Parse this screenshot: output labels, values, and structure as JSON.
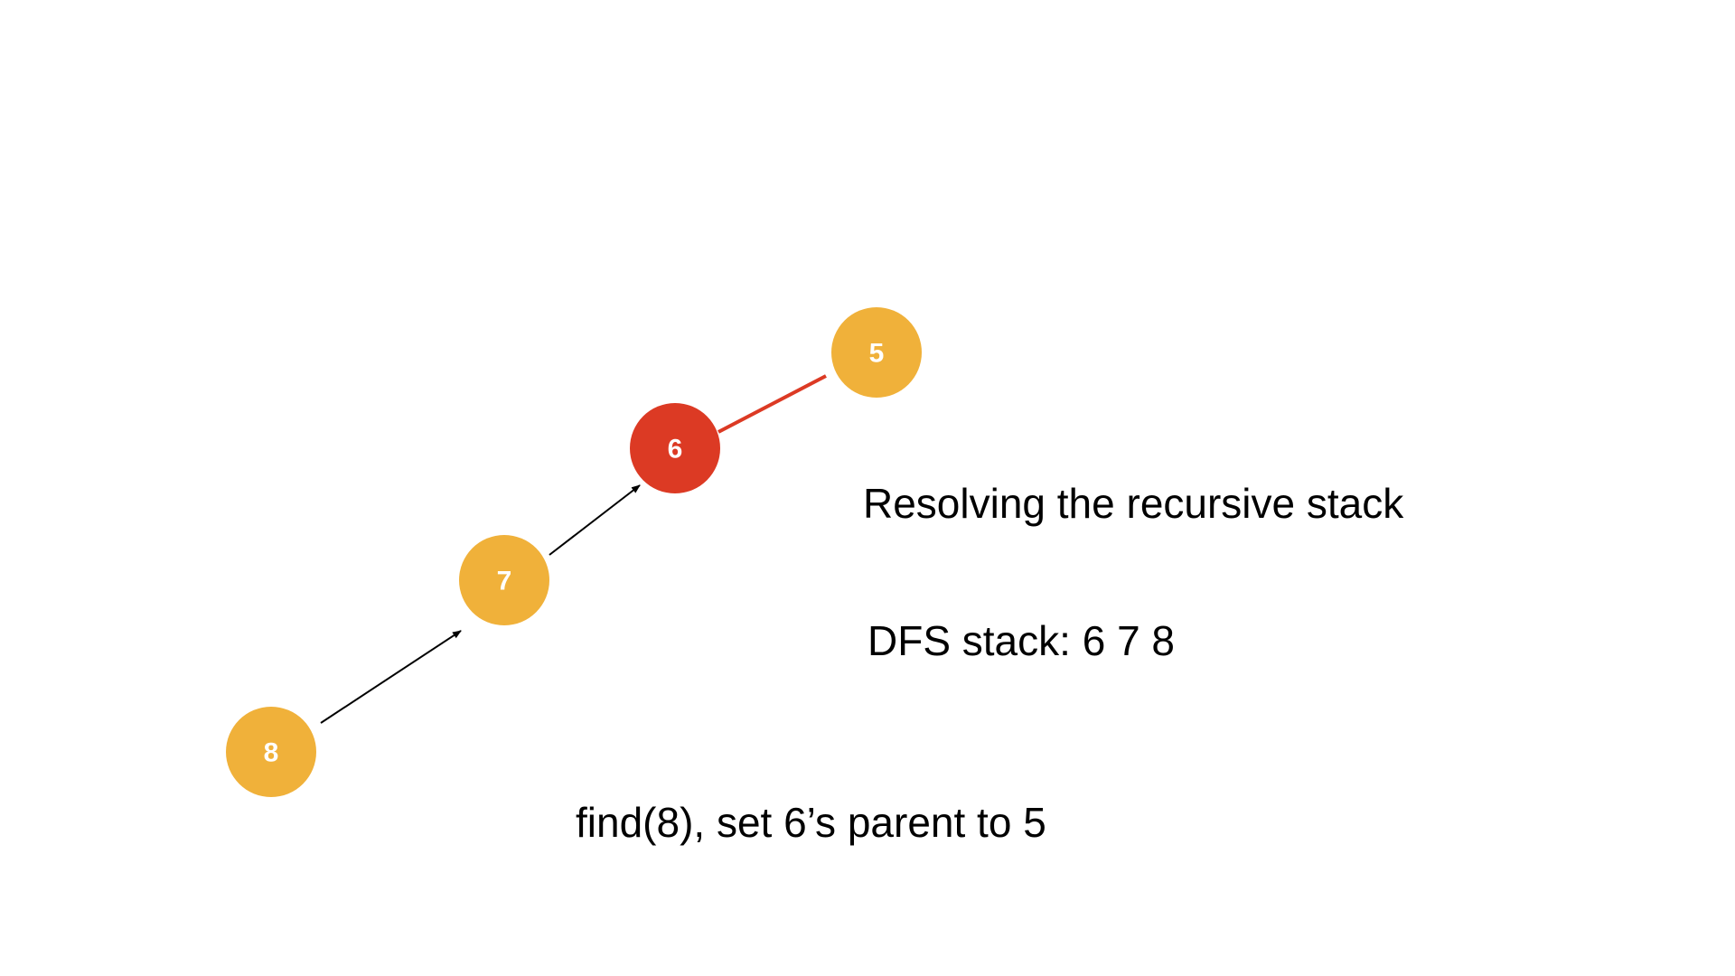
{
  "colors": {
    "node_default": "#F0B13A",
    "node_active": "#DC3A24",
    "edge_default": "#000000",
    "edge_new": "#DC3A24",
    "background": "#FFFFFF"
  },
  "nodes": [
    {
      "id": "n5",
      "label": "5",
      "state": "default"
    },
    {
      "id": "n6",
      "label": "6",
      "state": "active"
    },
    {
      "id": "n7",
      "label": "7",
      "state": "default"
    },
    {
      "id": "n8",
      "label": "8",
      "state": "default"
    }
  ],
  "edges": [
    {
      "from": "8",
      "to": "7",
      "style": "arrow"
    },
    {
      "from": "7",
      "to": "6",
      "style": "arrow"
    },
    {
      "from": "6",
      "to": "5",
      "style": "new-parent-link"
    }
  ],
  "text": {
    "heading": "Resolving the recursive stack",
    "stack_line": "DFS stack: 6 7 8",
    "step_line": "find(8), set 6’s parent to 5"
  }
}
